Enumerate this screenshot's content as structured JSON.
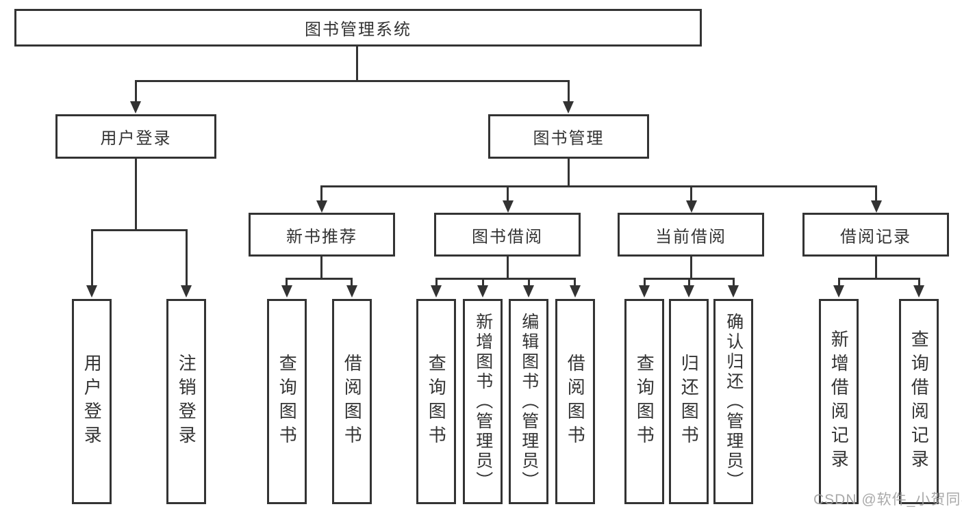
{
  "diagram": {
    "root": {
      "label": "图书管理系统"
    },
    "level2": [
      {
        "label": "用户登录"
      },
      {
        "label": "图书管理"
      }
    ],
    "level3": [
      {
        "label": "新书推荐"
      },
      {
        "label": "图书借阅"
      },
      {
        "label": "当前借阅"
      },
      {
        "label": "借阅记录"
      }
    ],
    "leaves": {
      "user_login": [
        "用户登录",
        "注销登录"
      ],
      "new_book_rec": [
        "查询图书",
        "借阅图书"
      ],
      "book_borrow": [
        "查询图书",
        "新增图书（管理员）",
        "编辑图书（管理员）",
        "借阅图书"
      ],
      "current_borrow": [
        "查询图书",
        "归还图书",
        "确认归还（管理员）"
      ],
      "borrow_record": [
        "新增借阅记录",
        "查询借阅记录"
      ]
    },
    "watermark": "CSDN @软件_小贺同学",
    "colors": {
      "line": "#333333",
      "text": "#333333",
      "background": "#ffffff",
      "watermark": "#a0a0a0"
    }
  }
}
